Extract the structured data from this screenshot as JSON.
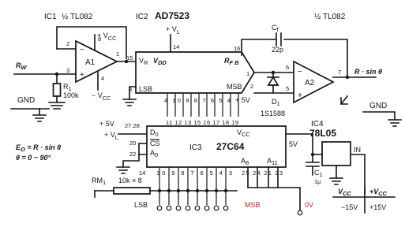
{
  "ic1": {
    "designator": "IC1",
    "part": "½ TL082",
    "amp": "A1",
    "supply_pos": "+ V",
    "supply_pos_sub": "CC",
    "supply_neg": "− V",
    "supply_neg_sub": "CC"
  },
  "ic2": {
    "designator": "IC2",
    "part": "AD7523",
    "vl": "+ V",
    "vl_sub": "L",
    "pin_vr": "V",
    "pin_vr_sub": "R",
    "pin_vdd": "V",
    "pin_vdd_sub": "DD",
    "pin_rfb": "R",
    "pin_rfb_sub": "F B",
    "lsb": "LSB",
    "msb": "MSB"
  },
  "ic2b": {
    "part": "½ TL082",
    "amp": "A2"
  },
  "ic3": {
    "designator": "IC3",
    "part": "27C64",
    "d0": "D",
    "d0_sub": "0",
    "vcc": "V",
    "vcc_sub": "CC",
    "cs": "CS",
    "a0": "A",
    "a0_sub": "0",
    "a8": "A",
    "a8_sub": "8",
    "a11": "A",
    "a11_sub": "11",
    "vl": "+ V",
    "vl_sub": "L",
    "plus5v": "+ 5V",
    "pin_nums_left": "27.28"
  },
  "ic4": {
    "designator": "IC4",
    "part": "78L05",
    "in_label": "IN",
    "out_label": "5V"
  },
  "input": {
    "label": "R",
    "label_sub": "W"
  },
  "output": {
    "label": "R · sin θ"
  },
  "gnd_left": "GND",
  "gnd_right": "GND",
  "r1": {
    "label": "R",
    "label_sub": "1",
    "value": "100k"
  },
  "cf": {
    "label": "C",
    "label_sub": "f",
    "value": "22p"
  },
  "d1": {
    "label": "D",
    "label_sub": "1",
    "part": "1S1588"
  },
  "c1": {
    "label": "C",
    "label_sub": "1",
    "value": "1μ"
  },
  "rm1": {
    "label": "RM",
    "label_sub": "1",
    "value": "10k × 8"
  },
  "equation1": "E",
  "equation1_sub": "O",
  "equation1_rest": " = R · sin θ",
  "equation2": "θ = 0 ~ 90°",
  "bottom": {
    "lsb": "LSB",
    "msb": "MSB",
    "zero_v": "0V"
  },
  "supplies": {
    "vcc_neg": "V",
    "vcc_neg_sub": "CC",
    "vcc_pos": "+V",
    "vcc_pos_sub": "CC",
    "neg15": "−15V",
    "pos15": "+15V"
  },
  "pins": {
    "ic1_2": "2",
    "ic1_3": "3",
    "ic1_1": "1",
    "ic1_8": "8",
    "ic1_4": "4",
    "ic2_15": "15",
    "ic2_14": "14",
    "ic2_16": "16",
    "ic2_1": "1",
    "ic2_3": "3",
    "ic2_2": "2",
    "ic2_bits": "4 10 9 8 7 6 5 4",
    "a2_6": "6",
    "a2_5": "5",
    "a2_7": "7",
    "ic3_20": "20",
    "ic3_22": "22",
    "ic3_14": "14",
    "ic3_top": "11 12 13 15 16 17 18 19",
    "ic3_bottom": "10 9 8 7 6 5 4 3",
    "ic3_right": "25 24 21 23"
  },
  "colors": {
    "ink": "#141414",
    "highlight": "#d2232a"
  }
}
